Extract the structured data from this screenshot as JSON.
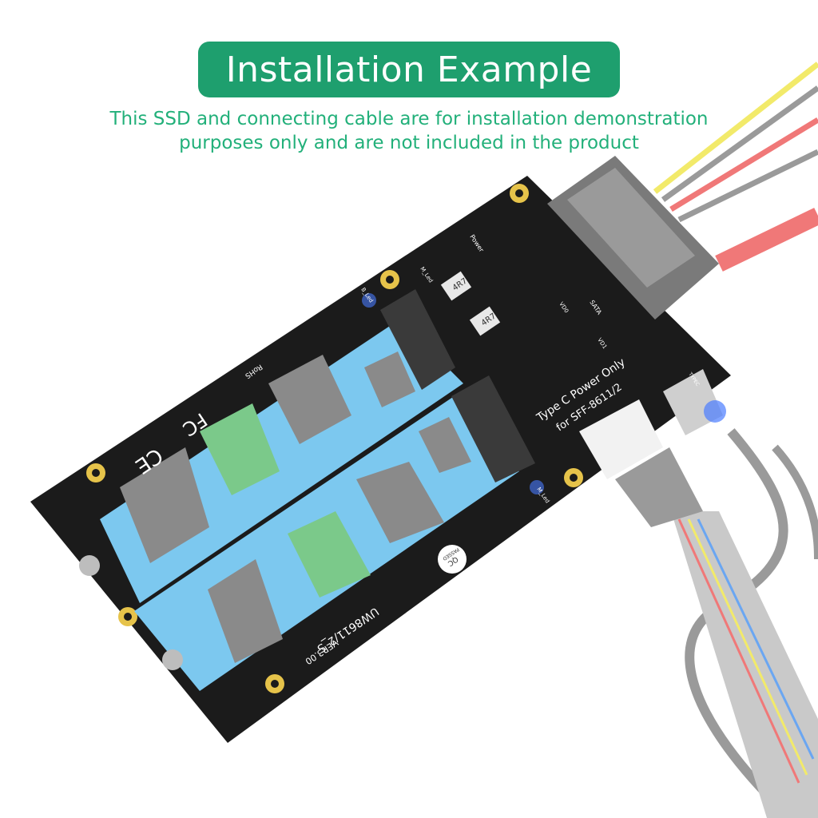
{
  "banner": {
    "title": "Installation Example"
  },
  "subtitle": {
    "line1": "This SSD and connecting cable are for installation demonstration",
    "line2": "purposes only and are not included in the product"
  },
  "board": {
    "silkscreen_main": "Type C Power Only",
    "silkscreen_sub": "for  SFF-8611/2",
    "model": "UW8611/2_S",
    "version": "VER3.00",
    "inductor_1": "4R7",
    "inductor_2": "4R7",
    "label_power": "Power",
    "label_sata": "SATA",
    "label_vd0": "VD0",
    "label_vd1": "VD1",
    "label_mled_top": "M_Led",
    "label_bled": "B_Led",
    "label_mled_bottom": "M_Led",
    "label_rohs": "RoHS",
    "label_ce": "CE",
    "label_fc": "FC",
    "qc_top": "QC",
    "qc_bottom": "PASSED",
    "label_typec": "TYPEC"
  },
  "colors": {
    "brand_green": "#1e9f6e",
    "text_green": "#22b07a",
    "pcb_black": "#1b1b1b",
    "ssd_blue": "#7cc8ef",
    "chip_gray": "#8a8a8a",
    "chip_green": "#7bc98a",
    "wire_yellow": "#f2ea6a",
    "wire_red": "#f07878",
    "wire_gray": "#9a9a9a",
    "led_blue": "#4a7cff"
  }
}
